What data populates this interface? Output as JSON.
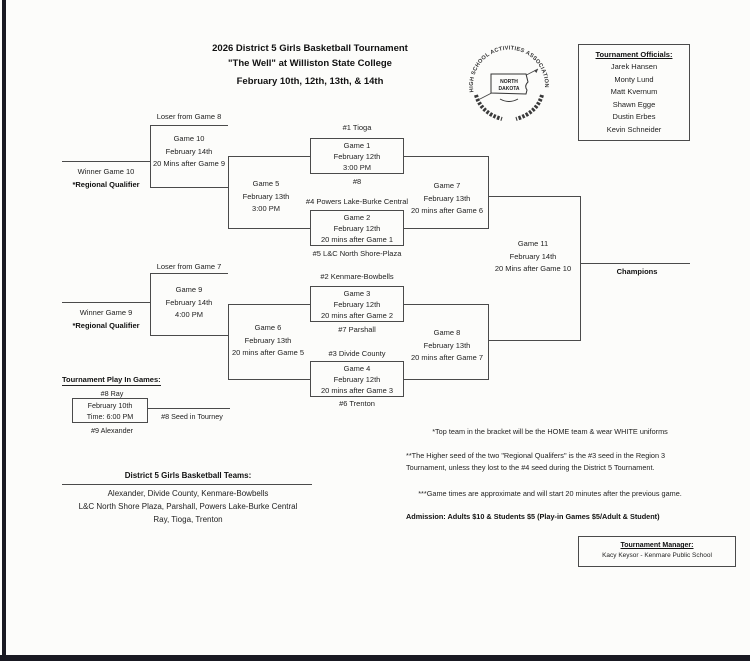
{
  "title": {
    "line1": "2026 District 5 Girls Basketball Tournament",
    "line2": "\"The Well\" at Williston State College",
    "line3": "February 10th, 12th, 13th, & 14th"
  },
  "seal": {
    "outer_text": "HIGH SCHOOL ACTIVITIES ASSOCIATION",
    "north": "NORTH",
    "dakota": "DAKOTA"
  },
  "officials": {
    "heading": "Tournament Officials:",
    "names": [
      "Jarek Hansen",
      "Monty Lund",
      "Matt Kvernum",
      "Shawn Egge",
      "Dustin Erbes",
      "Kevin Schneider"
    ]
  },
  "bracket": {
    "game1": {
      "seed_top": "#1 Tioga",
      "line1": "Game 1",
      "line2": "February 12th",
      "line3": "3:00 PM",
      "seed_bottom": "#8"
    },
    "game2": {
      "seed_top": "#4 Powers Lake-Burke Central",
      "line1": "Game 2",
      "line2": "February 12th",
      "line3": "20 mins after Game 1",
      "seed_bottom": "#5 L&C North Shore-Plaza"
    },
    "game3": {
      "seed_top": "#2 Kenmare-Bowbells",
      "line1": "Game 3",
      "line2": "February 12th",
      "line3": "20 mins after Game 2",
      "seed_bottom": "#7 Parshall"
    },
    "game4": {
      "seed_top": "#3 Divide County",
      "line1": "Game 4",
      "line2": "February 12th",
      "line3": "20 mins after Game 3",
      "seed_bottom": "#6 Trenton"
    },
    "game5": {
      "line1": "Game 5",
      "line2": "February 13th",
      "line3": "3:00 PM"
    },
    "game6": {
      "line1": "Game 6",
      "line2": "February 13th",
      "line3": "20 mins after Game 5"
    },
    "game7": {
      "line1": "Game 7",
      "line2": "February 13th",
      "line3": "20 mins after Game 6"
    },
    "game8": {
      "line1": "Game 8",
      "line2": "February 13th",
      "line3": "20 mins after Game 7"
    },
    "game9": {
      "feeder": "Loser from Game 7",
      "line1": "Game 9",
      "line2": "February 14th",
      "line3": "4:00 PM",
      "winner": "Winner Game 9",
      "qualifier": "*Regional Qualifier"
    },
    "game10": {
      "feeder": "Loser from Game 8",
      "line1": "Game 10",
      "line2": "February 14th",
      "line3": "20 Mins after Game 9",
      "winner": "Winner Game 10",
      "qualifier": "*Regional Qualifier"
    },
    "game11": {
      "line1": "Game 11",
      "line2": "February 14th",
      "line3": "20 Mins after Game 10"
    },
    "champions_label": "Champions"
  },
  "playin": {
    "heading": "Tournament Play In Games:",
    "team_top": "#8 Ray",
    "line1": "February 10th",
    "line2": "Time: 6:00 PM",
    "winner_label": "#8 Seed in Tourney",
    "team_bottom": "#9 Alexander"
  },
  "teams": {
    "heading": "District 5 Girls Basketball Teams:",
    "rows": [
      "Alexander, Divide County, Kenmare-Bowbells",
      "L&C North Shore Plaza, Parshall, Powers Lake-Burke Central",
      "Ray, Tioga, Trenton"
    ]
  },
  "notes": {
    "note1": "*Top team in the bracket will be the HOME team & wear WHITE uniforms",
    "note2_lines": [
      "**The Higher seed of the two \"Regional Qualifers\" is the #3 seed in the Region 3",
      "Tournament, unless they lost to the #4 seed during the District 5 Tournament."
    ],
    "note3": "***Game times are approximate and will start 20 minutes after the previous game.",
    "admission": "Admission: Adults $10 & Students $5 (Play-in Games $5/Adult & Student)"
  },
  "manager": {
    "heading": "Tournament Manager:",
    "name": "Kacy Keysor - Kenmare Public School"
  }
}
